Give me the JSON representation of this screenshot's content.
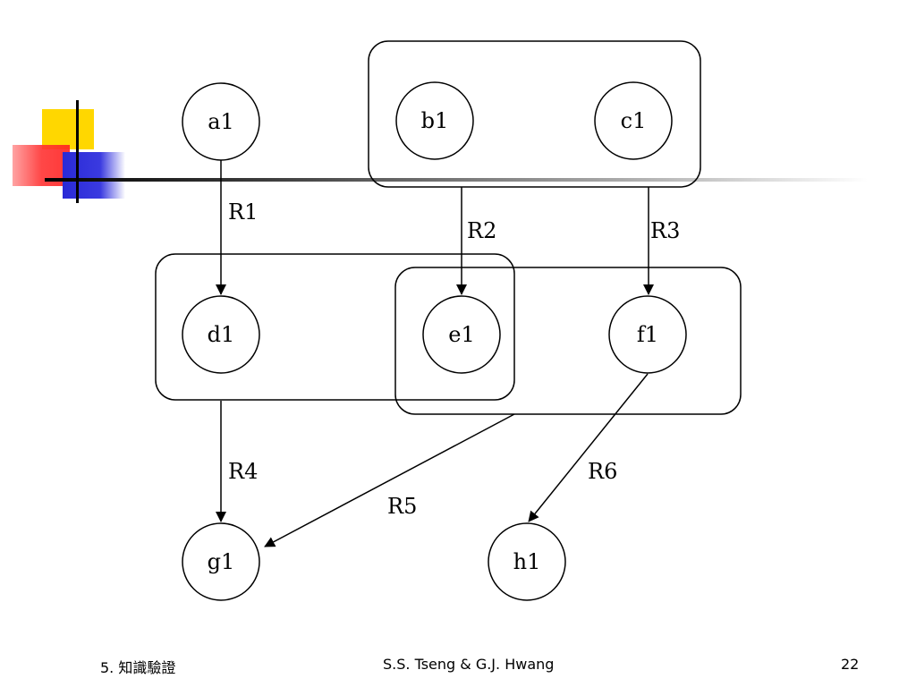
{
  "nodes": {
    "a1": "a1",
    "b1": "b1",
    "c1": "c1",
    "d1": "d1",
    "e1": "e1",
    "f1": "f1",
    "g1": "g1",
    "h1": "h1"
  },
  "rules": {
    "R1": "R1",
    "R2": "R2",
    "R3": "R3",
    "R4": "R4",
    "R5": "R5",
    "R6": "R6"
  },
  "footer": {
    "left": "5. 知識驗證",
    "center": "S.S. Tseng & G.J. Hwang",
    "right": "22"
  },
  "colors": {
    "yellow": "#ffd700",
    "red": "#ff3333",
    "blue": "#2a2ad6",
    "line": "#000000"
  }
}
